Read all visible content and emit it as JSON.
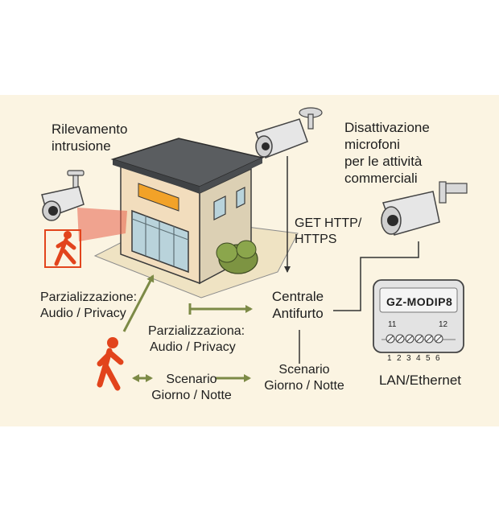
{
  "labels": {
    "intrusion_detection": [
      "Rilevamento",
      "intrusione"
    ],
    "mic_disable": [
      "Disattivazione",
      "microfoni",
      "per le attività",
      "commerciali"
    ],
    "get_http": [
      "GET HTTP/",
      "HTTPS"
    ],
    "alarm_central": [
      "Centrale",
      "Antifurto"
    ],
    "partial_left": [
      "Parzializzazione:",
      "Audio / Privacy"
    ],
    "partial_center": [
      "Parzializzaziona:",
      "Audio / Privacy"
    ],
    "scenario_left": [
      "Scenario",
      "Giorno / Notte"
    ],
    "scenario_right": [
      "Scenario",
      "Giorno / Notte"
    ],
    "lan": "LAN/Ethernet"
  },
  "module": {
    "name": "GZ-MODIP8",
    "left_channel": "11",
    "right_channel": "12",
    "terminals": [
      "1",
      "2",
      "3",
      "4",
      "5",
      "6"
    ]
  },
  "colors": {
    "arrow_green": "#7c8a46",
    "person_orange": "#e2441c",
    "detection_red": "#e8604a",
    "sign_orange": "#f2a228",
    "panel_bg": "#fbf4e2"
  }
}
